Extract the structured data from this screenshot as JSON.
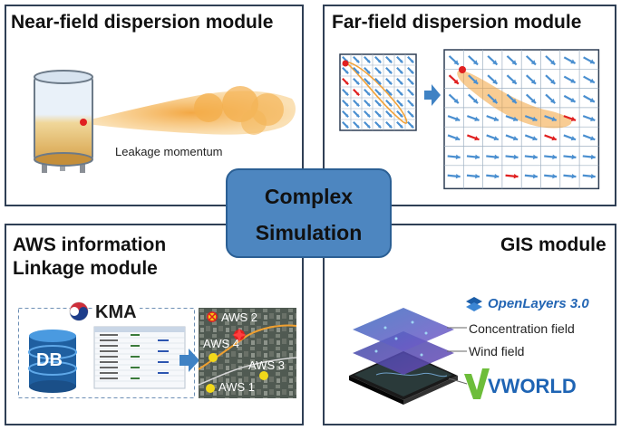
{
  "panels": {
    "near_field": {
      "title": "Near-field dispersion module",
      "leakage_label": "Leakage momentum"
    },
    "far_field": {
      "title": "Far-field dispersion module"
    },
    "aws": {
      "title_line1": "AWS information",
      "title_line2": "Linkage module",
      "kma_label": "KMA",
      "db_label": "DB",
      "stations": [
        "AWS 2",
        "AWS 4",
        "AWS 3",
        "AWS 1"
      ]
    },
    "gis": {
      "title": "GIS module",
      "openlayers_label": "OpenLayers 3.0",
      "concentration_label": "Concentration field",
      "wind_label": "Wind field",
      "vworld_label": "VWORLD"
    }
  },
  "center": {
    "line1": "Complex",
    "line2": "Simulation"
  },
  "colors": {
    "border": "#2f3f55",
    "center_fill": "#4d86c0",
    "arrow_blue": "#4a8fd0",
    "arrow_red": "#e02020",
    "plume": "#f2a33a"
  },
  "icons": [
    "tank-icon",
    "plume-icon",
    "grid-icon",
    "database-icon",
    "kma-logo-icon",
    "map-icon",
    "openlayers-logo-icon",
    "gis-layers-icon",
    "vworld-logo-icon"
  ]
}
